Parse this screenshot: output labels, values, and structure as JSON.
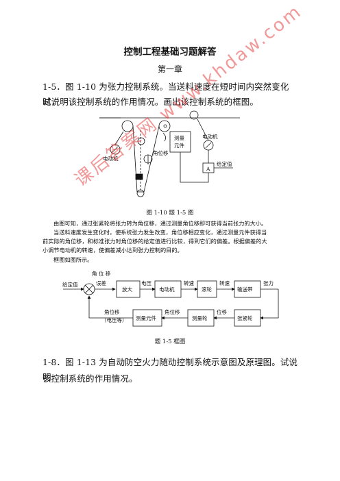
{
  "doc": {
    "title": "控制工程基础习题解答",
    "chapter": "第一章",
    "q15_line1": "1-5．图 1-10 为张力控制系统。当送料速度在短时间内突然变化时，",
    "q15_line2": "试说明该控制系统的作用情况。画出该控制系统的框图。",
    "fig1_caption": "图 1-10  题 1-5 图",
    "ans_line1": "由图可知，通过张紧轮将张力转为角位移，通过测量角位移即可获得当前张力的大小。",
    "ans_line2": "当送料速度发生变化时，使系统张力发生改变，角位移相应变化，通过测量元件获得当",
    "ans_line3": "前实际的角位移，和标准张力时角位移的给定值进行比较，得到它们的偏差。根据偏差的大",
    "ans_line4": "小调节电动机的转速，使偏差减小达到张力控制的目的。",
    "ans_line5": "框图如图所示。",
    "fig2_caption": "题 1-5  框图",
    "q18_line1": "1-8．图 1-13 为自动防空火力随动控制系统示意图及原理图。试说明",
    "q18_line2": "该控制系统的作用情况。"
  },
  "fig1": {
    "motor_left": "电动机",
    "angle": "角位移",
    "measure_1": "测量",
    "measure_2": "元件",
    "motor_right": "电动机",
    "setpoint": "给定值",
    "amp": "A"
  },
  "fig2": {
    "setpoint": "给定值",
    "angle_top_1": "角 位 移",
    "error": "误差",
    "amp": "放大",
    "voltage": "电压",
    "motor": "电动机",
    "speed1": "转速",
    "roller": "滚轮",
    "speed2": "转速",
    "conveyor": "输送带",
    "tension": "张力",
    "angle_fb": "角位移",
    "voltage_fb": "（电压等）",
    "measure_elem": "测量元件",
    "angle_mid": "角位移",
    "measure_wheel": "测量轮",
    "disp": "位移",
    "tension_wheel": "张紧轮"
  },
  "watermark": "课后答案网 www.khdaw.com"
}
